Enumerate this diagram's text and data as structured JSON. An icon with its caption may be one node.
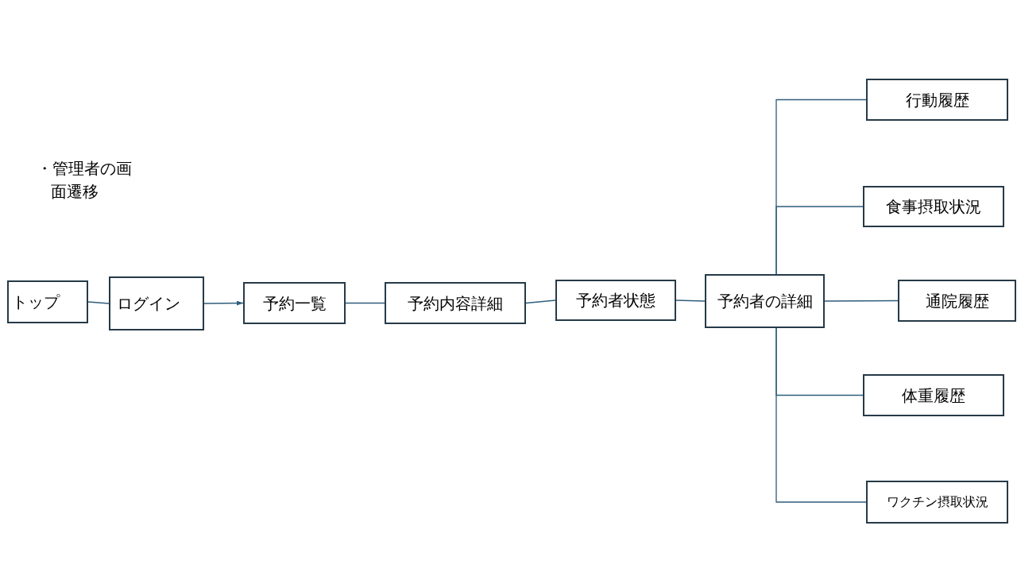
{
  "diagram": {
    "title": "・管理者の画面遷移",
    "nodes": [
      {
        "text": [
          "トップ"
        ]
      },
      {
        "text": [
          "ログイン"
        ]
      },
      {
        "text": [
          "予約一覧"
        ]
      },
      {
        "text": [
          "予約内容詳細"
        ]
      },
      {
        "text": [
          "予約者状態"
        ]
      },
      {
        "text": [
          "予約者の詳細"
        ]
      },
      {
        "text": [
          "行動履歴"
        ]
      },
      {
        "text": [
          "食事摂取状況"
        ]
      },
      {
        "text": [
          "通院履歴"
        ]
      },
      {
        "text": [
          "体重履歴"
        ]
      },
      {
        "text": [
          "ワクチン摂取状況"
        ]
      }
    ],
    "edges": [
      {
        "from": 0,
        "to": 1,
        "arrow": "none"
      },
      {
        "from": 1,
        "to": 2,
        "arrow": "to"
      },
      {
        "from": 2,
        "to": 3,
        "arrow": "none"
      },
      {
        "from": 3,
        "to": 4,
        "arrow": "none"
      },
      {
        "from": 4,
        "to": 5,
        "arrow": "none"
      },
      {
        "from": 5,
        "to": 6,
        "arrow": "none"
      },
      {
        "from": 5,
        "to": 7,
        "arrow": "none"
      },
      {
        "from": 5,
        "to": 8,
        "arrow": "none"
      },
      {
        "from": 5,
        "to": 9,
        "arrow": "none"
      },
      {
        "from": 5,
        "to": 10,
        "arrow": "none"
      }
    ]
  }
}
